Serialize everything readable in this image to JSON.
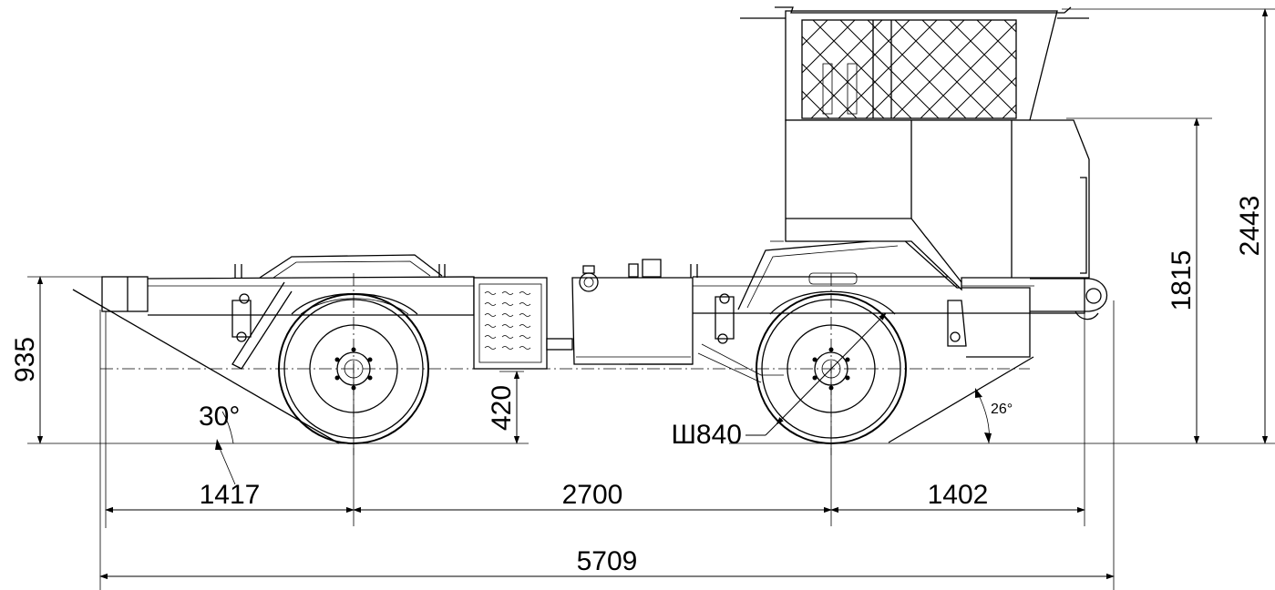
{
  "dimensions": {
    "front_overhang": "1417",
    "wheelbase": "2700",
    "rear_overhang": "1402",
    "overall_length": "5709",
    "frame_height": "935",
    "ground_clearance": "420",
    "cab_roof_height": "1815",
    "overall_height": "2443",
    "wheel_diameter": "Ш840",
    "approach_angle": "30°",
    "departure_angle": "26°"
  }
}
